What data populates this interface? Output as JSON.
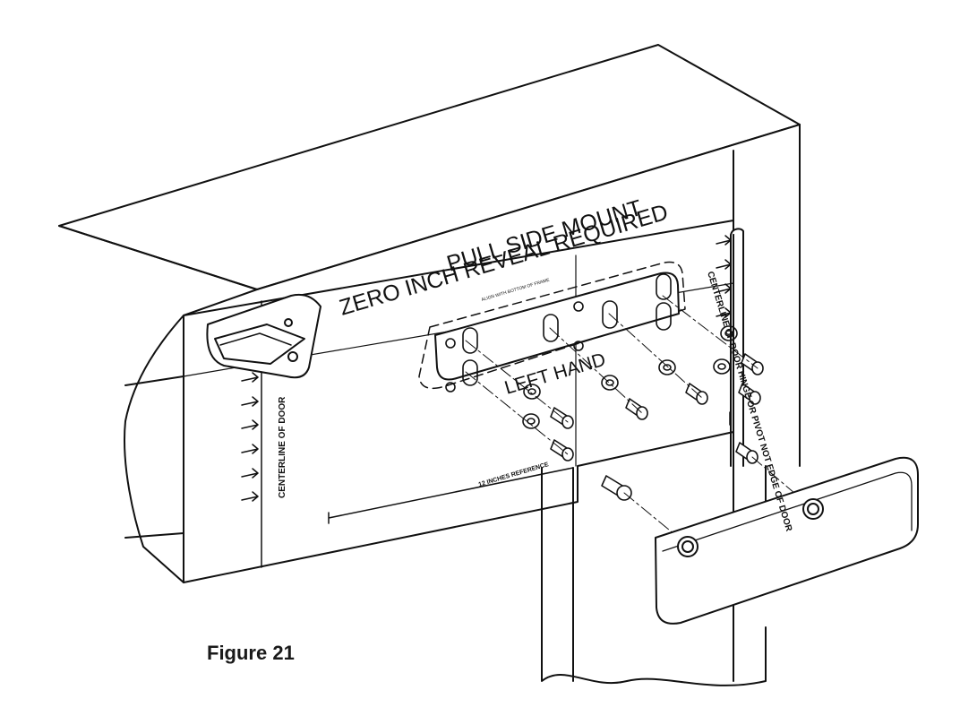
{
  "template": {
    "title_line1": "PULL SIDE MOUNT",
    "title_line2": "ZERO INCH REVEAL REQUIRED",
    "hand_label": "LEFT HAND",
    "side_label": "CENTERLINE OF DOOR HINGE OR PIVOT NOT EDGE OF DOOR",
    "vertical_label": "CENTERLINE OF DOOR",
    "reference_label": "12 INCHES REFERENCE",
    "small_note": "ALIGN WITH BOTTOM OF FRAME"
  },
  "caption": "Figure 21"
}
